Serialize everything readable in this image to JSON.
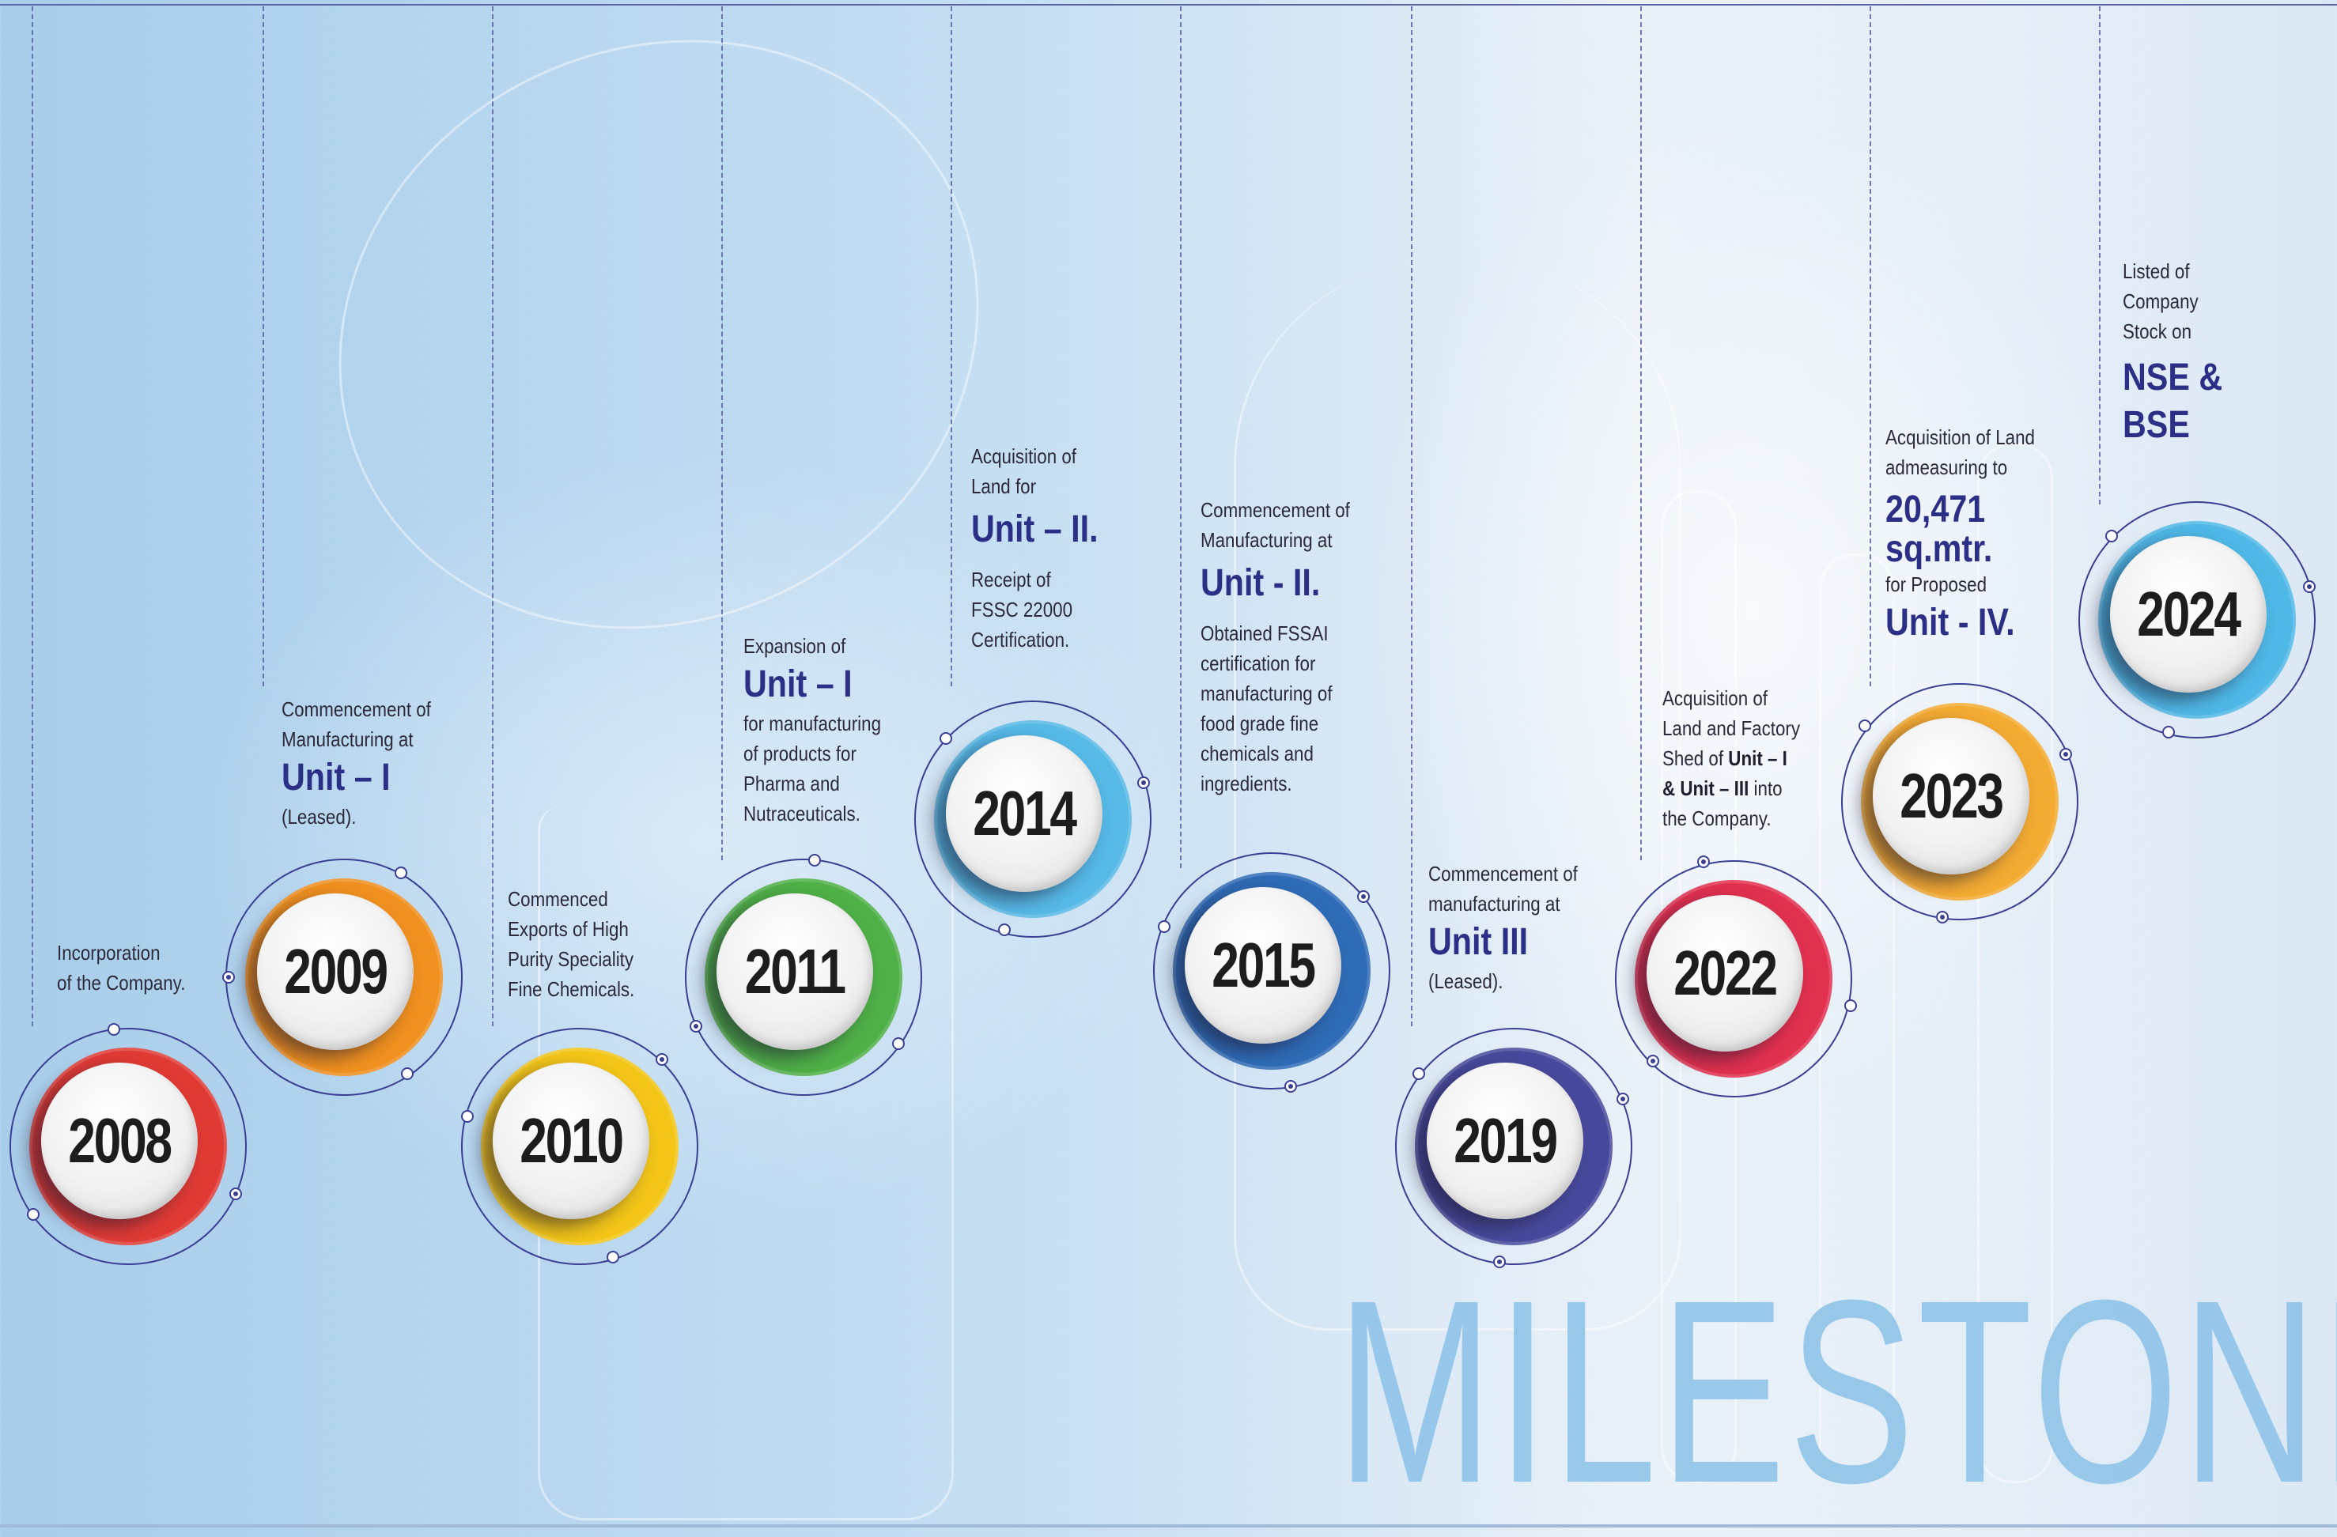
{
  "milestones": [
    {
      "year": "2008",
      "ring_color": "#e03a34",
      "text": "Incorporation\nof  the Company."
    },
    {
      "year": "2009",
      "ring_color": "#f0901e",
      "line1": "Commencement of\nManufacturing at",
      "big": "Unit – I",
      "line2": "(Leased)."
    },
    {
      "year": "2010",
      "ring_color": "#f2c517",
      "text": "Commenced\nExports of  High\nPurity Speciality\nFine Chemicals."
    },
    {
      "year": "2011",
      "ring_color": "#4fb047",
      "line1": "Expansion of",
      "big": "Unit – I",
      "line2": "for manufacturing\nof products for\nPharma and\nNutraceuticals."
    },
    {
      "year": "2014",
      "ring_color": "#56b9e6",
      "line1": "Acquisition of\nLand for",
      "big": "Unit – II.",
      "line2": "Receipt of\nFSSC 22000\nCertification."
    },
    {
      "year": "2015",
      "ring_color": "#2f6cb7",
      "line1": "Commencement of\nManufacturing at",
      "big": "Unit - II.",
      "line2": "Obtained FSSAI\ncertification  for\nmanufacturing of\nfood  grade fine\nchemicals and\ningredients."
    },
    {
      "year": "2019",
      "ring_color": "#474a9c",
      "line1": "Commencement of\nmanufacturing at",
      "big": "Unit III",
      "line2": "(Leased)."
    },
    {
      "year": "2022",
      "ring_color": "#e2304f",
      "pre": "Acquisition of\nLand and  Factory\nShed of ",
      "b1": "Unit – I",
      "mid": "\n",
      "b2": "& Unit – III",
      "post": " into\nthe  Company."
    },
    {
      "year": "2023",
      "ring_color": "#f4ab32",
      "line1": "Acquisition of Land\nadmeasuring to",
      "big": "20,471\nsq.mtr.",
      "line2": "for Proposed",
      "big2": "Unit - IV."
    },
    {
      "year": "2024",
      "ring_color": "#4fb8e6",
      "line1": "Listed of\nCompany\nStock on",
      "big": "NSE &\nBSE"
    }
  ],
  "watermark": "MILESTONE"
}
